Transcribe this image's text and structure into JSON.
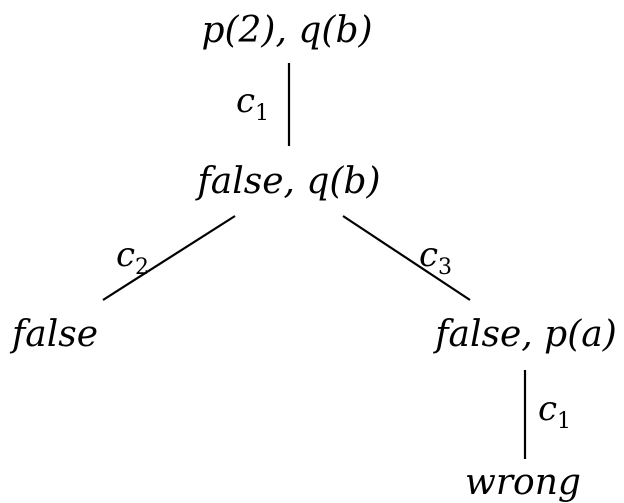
{
  "tree": {
    "nodes": {
      "root": "p(2), q(b)",
      "middle": "false, q(b)",
      "left_leaf": "false",
      "right": "false, p(a)",
      "bottom": "wrong"
    },
    "edges": {
      "root_middle": {
        "letter": "c",
        "index": "1"
      },
      "middle_left": {
        "letter": "c",
        "index": "2"
      },
      "middle_right": {
        "letter": "c",
        "index": "3"
      },
      "right_bottom": {
        "letter": "c",
        "index": "1"
      }
    }
  }
}
